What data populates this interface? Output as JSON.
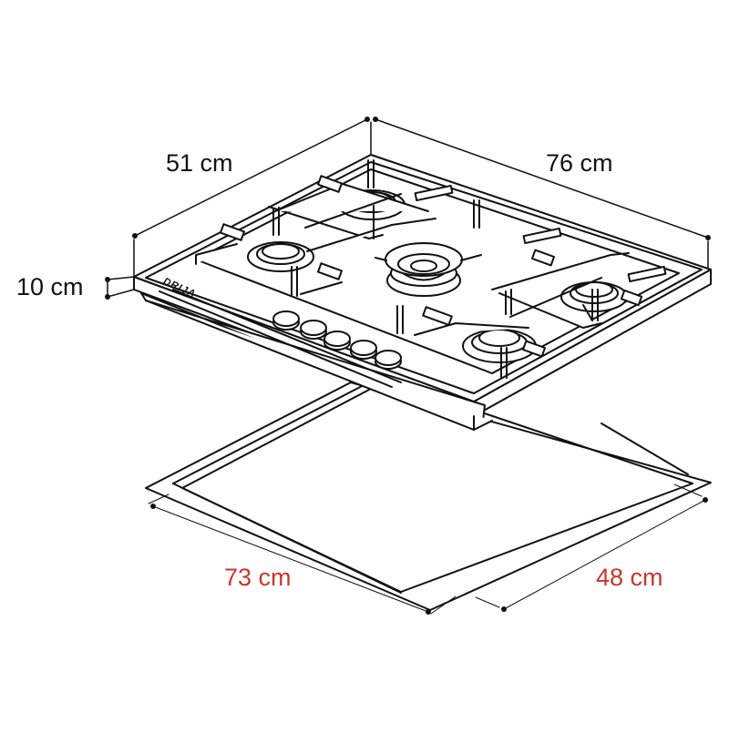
{
  "diagram": {
    "subject": "Built-in gas hob with 5 burners and cutout dimensions",
    "brand": "DRIJA",
    "burner_count": 5,
    "knob_count": 5,
    "colors": {
      "line": "#111111",
      "product_dimension_text": "#111111",
      "cutout_dimension_text": "#c8372d",
      "background": "#ffffff"
    }
  },
  "dimensions": {
    "product": {
      "depth": {
        "label": "51 cm",
        "value": 51,
        "unit": "cm"
      },
      "width": {
        "label": "76 cm",
        "value": 76,
        "unit": "cm"
      },
      "height": {
        "label": "10 cm",
        "value": 10,
        "unit": "cm"
      }
    },
    "cutout": {
      "width": {
        "label": "73 cm",
        "value": 73,
        "unit": "cm"
      },
      "depth": {
        "label": "48 cm",
        "value": 48,
        "unit": "cm"
      }
    }
  }
}
